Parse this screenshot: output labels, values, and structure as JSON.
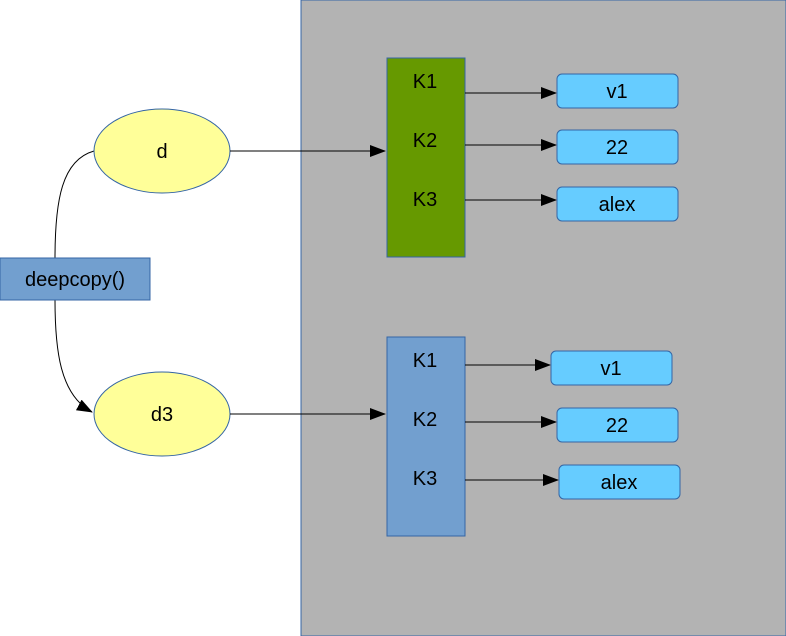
{
  "colors": {
    "memory_region": "#b3b3b3",
    "variable_ellipse": "#ffff99",
    "dict_original": "#669900",
    "dict_copy": "#729fcf",
    "value_box": "#66ccff",
    "deepcopy_box": "#729fcf"
  },
  "variables": {
    "original": "d",
    "copy": "d3"
  },
  "deepcopy_label": "deepcopy()",
  "dict_original": {
    "keys": [
      "K1",
      "K2",
      "K3"
    ],
    "values": [
      "v1",
      "22",
      "alex"
    ]
  },
  "dict_copy": {
    "keys": [
      "K1",
      "K2",
      "K3"
    ],
    "values": [
      "v1",
      "22",
      "alex"
    ]
  }
}
